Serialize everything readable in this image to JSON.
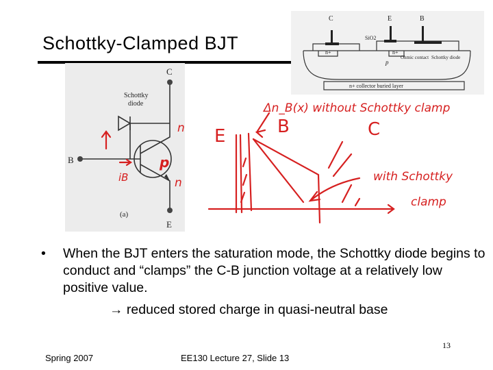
{
  "slide": {
    "title": "Schottky-Clamped BJT",
    "bullet": {
      "marker": "•",
      "text": "When the BJT enters the saturation mode, the Schottky diode begins to conduct and “clamps” the C-B junction voltage at a relatively low positive value.",
      "sub_arrow": "→",
      "sub_text": "reduced stored charge in quasi-neutral base"
    },
    "footer": {
      "left": "Spring 2007",
      "center": "EE130 Lecture 27, Slide 13",
      "page_number": "13"
    }
  },
  "cross_section": {
    "terminal_labels": [
      "C",
      "E",
      "B"
    ],
    "oxide_label": "SiO2",
    "region_n_plus_left": "n+",
    "region_n_plus_right": "n+",
    "region_p": "p",
    "ohmic_contact": "Ohmic contact",
    "schottky_diode": "Schottky diode",
    "buried_layer": "n+ collector buried layer"
  },
  "circuit": {
    "label_c": "C",
    "label_b": "B",
    "label_e": "E",
    "diode_label_1": "Schottky",
    "diode_label_2": "diode",
    "caption": "(a)",
    "hand_n_top": "n",
    "hand_p": "p",
    "hand_n_bottom": "n",
    "hand_ib": "iB"
  },
  "sketch": {
    "label_e": "E",
    "label_b": "B",
    "label_c": "C",
    "annotation_without": "Δn_B(x) without Schottky clamp",
    "annotation_with_1": "with Schottky",
    "annotation_with_2": "clamp"
  },
  "colors": {
    "ink_red": "#d62020",
    "rule": "#000000"
  }
}
